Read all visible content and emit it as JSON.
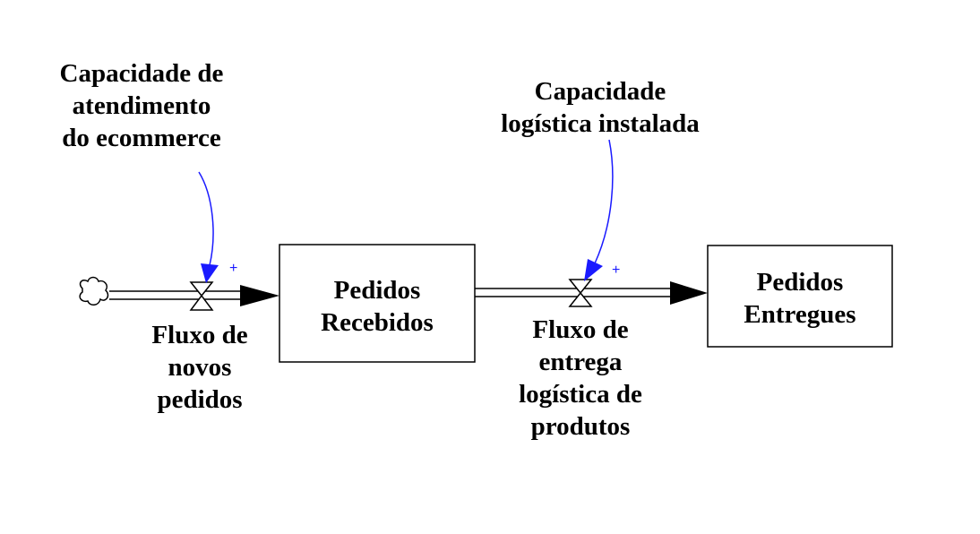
{
  "stocks": {
    "received": {
      "lines": [
        "Pedidos",
        "Recebidos"
      ]
    },
    "delivered": {
      "lines": [
        "Pedidos",
        "Entregues"
      ]
    }
  },
  "flows": {
    "new_orders": {
      "lines": [
        "Fluxo de",
        "novos",
        "pedidos"
      ]
    },
    "delivery": {
      "lines": [
        "Fluxo de",
        "entrega",
        "logística de",
        "produtos"
      ]
    }
  },
  "auxiliaries": {
    "ecommerce_capacity": {
      "lines": [
        "Capacidade de",
        "atendimento",
        "do ecommerce"
      ]
    },
    "logistics_capacity": {
      "lines": [
        "Capacidade",
        "logística instalada"
      ]
    }
  },
  "polarity": {
    "link1": "+",
    "link2": "+"
  },
  "colors": {
    "link": "#1a1aff",
    "stroke": "#000000"
  }
}
